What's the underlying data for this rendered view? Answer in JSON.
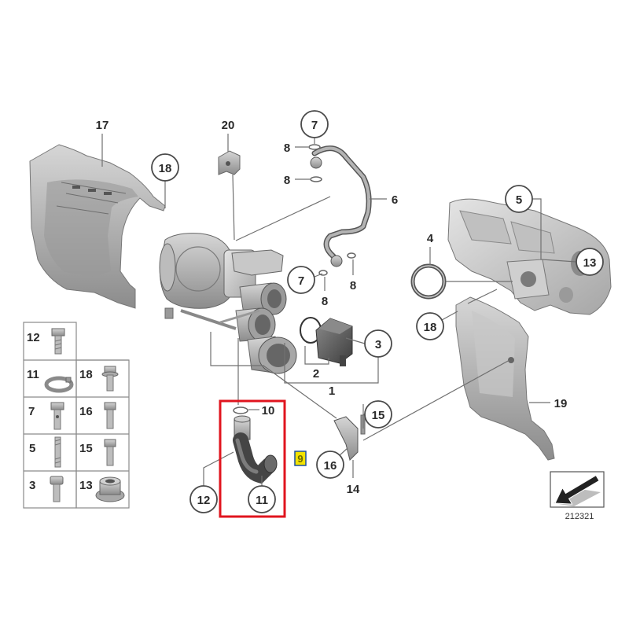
{
  "diagram": {
    "callouts": [
      "17",
      "20",
      "7",
      "8",
      "8",
      "6",
      "18",
      "5",
      "4",
      "13",
      "7",
      "8",
      "8",
      "18",
      "3",
      "2",
      "1",
      "19",
      "10",
      "15",
      "9",
      "16",
      "12",
      "11",
      "14"
    ],
    "legend": {
      "cells": [
        "12",
        "11",
        "18",
        "7",
        "16",
        "5",
        "15",
        "3",
        "13"
      ]
    },
    "catalog_number": "212321"
  },
  "colors": {
    "selection_box": "#e0141e",
    "hotspot_fill": "#f2e200",
    "hotspot_border": "#1a4fa0",
    "part_fill": "#a9a9a9",
    "leader_line": "#707070"
  }
}
